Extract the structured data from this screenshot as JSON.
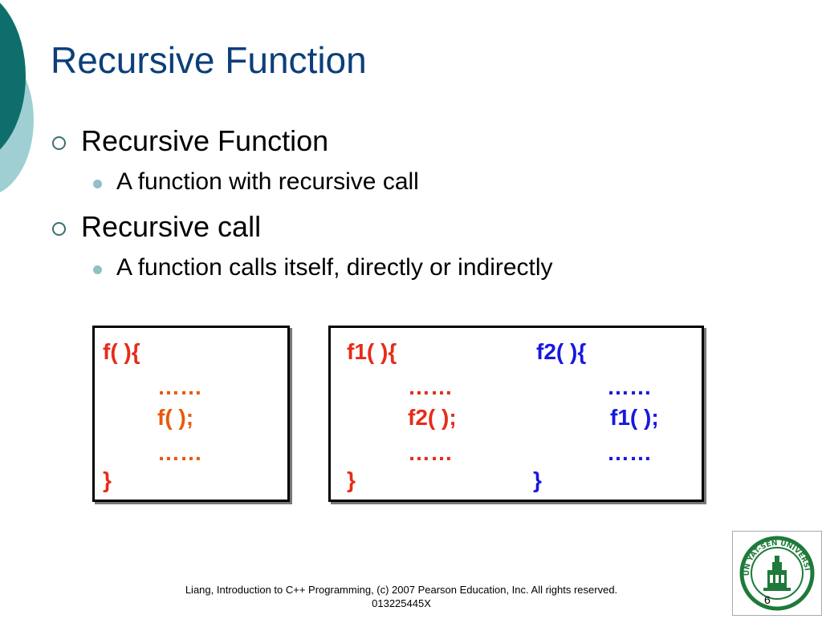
{
  "slide": {
    "title": "Recursive Function",
    "bullets": [
      {
        "text": "Recursive Function",
        "sub": "A function with recursive call"
      },
      {
        "text": "Recursive call",
        "sub": "A function calls itself, directly or indirectly"
      }
    ]
  },
  "code_example_1": {
    "lines": [
      "f( ){",
      "……",
      "f( );",
      "……",
      "}"
    ]
  },
  "code_example_2": {
    "f1_lines": [
      "f1( ){",
      "……",
      "f2( );",
      "……",
      "}"
    ],
    "f2_lines": [
      "f2( ){",
      "……",
      "f1( );",
      "……",
      "}"
    ]
  },
  "footer": {
    "line1": "Liang, Introduction to C++ Programming, (c) 2007 Pearson Education, Inc. All rights reserved.",
    "line2": "013225445X",
    "page_number": "6"
  },
  "logo": {
    "text": "SUN YAT-SEN UNIVERSITY",
    "icon": "university-seal-icon"
  },
  "colors": {
    "title": "#0c3f7a",
    "accent_dark": "#0e6e6c",
    "accent_light": "#9fcfd2",
    "code_red": "#e62c1a",
    "code_orange": "#e8590c",
    "code_blue": "#1818e0"
  }
}
